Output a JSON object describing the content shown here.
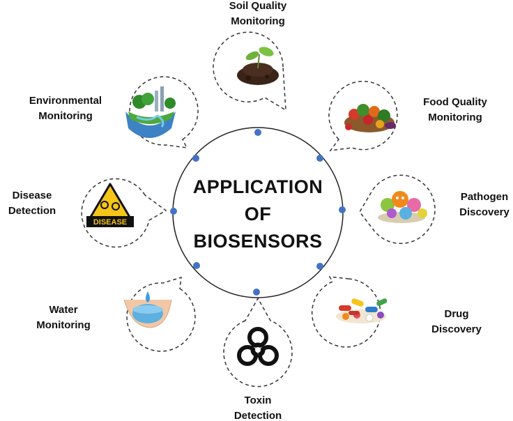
{
  "center": {
    "line1": "APPLICATION",
    "line2": "OF",
    "line3": "BIOSENSORS"
  },
  "applications": [
    {
      "id": "soil",
      "line1": "Soil Quality",
      "line2": "Monitoring"
    },
    {
      "id": "food",
      "line1": "Food Quality",
      "line2": "Monitoring"
    },
    {
      "id": "pathogen",
      "line1": "Pathogen",
      "line2": "Discovery"
    },
    {
      "id": "drug",
      "line1": "Drug",
      "line2": "Discovery"
    },
    {
      "id": "toxin",
      "line1": "Toxin",
      "line2": "Detection"
    },
    {
      "id": "water",
      "line1": "Water",
      "line2": "Monitoring"
    },
    {
      "id": "disease",
      "line1": "Disease",
      "line2": "Detection"
    },
    {
      "id": "environmental",
      "line1": "Environmental",
      "line2": "Monitoring"
    }
  ],
  "icons": {
    "soil": "plant-sprout-icon",
    "food": "vegetable-basket-icon",
    "pathogen": "microbes-icon",
    "drug": "pills-icon",
    "toxin": "biohazard-icon",
    "water": "water-hands-icon",
    "disease": "disease-warning-icon",
    "environmental": "earth-ecosystem-icon"
  },
  "disease_sign_text": "DISEASE",
  "colors": {
    "node": "#4472C4",
    "circle": "#222222",
    "warning": "#F5C518"
  }
}
